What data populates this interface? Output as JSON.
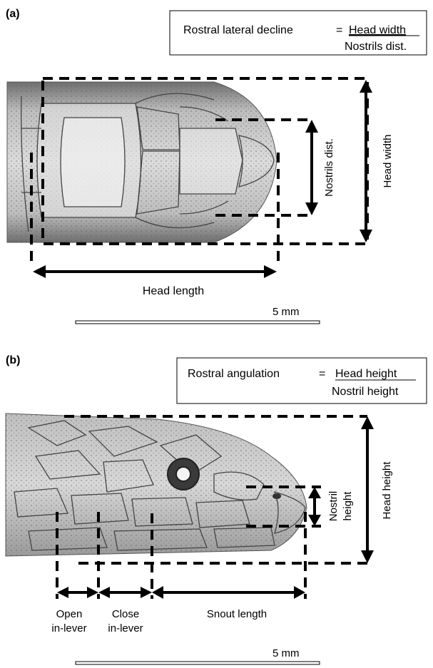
{
  "panel_a": {
    "label": "(a)",
    "formula": {
      "name": "Rostral lateral decline",
      "equals": "=",
      "numerator": "Head width",
      "denominator": "Nostrils dist."
    },
    "measure_labels": {
      "head_width": "Head width",
      "nostrils_dist": "Nostrils dist.",
      "head_length": "Head length"
    },
    "scale_bar": "5 mm"
  },
  "panel_b": {
    "label": "(b)",
    "formula": {
      "name": "Rostral angulation",
      "equals": "=",
      "numerator": "Head height",
      "denominator": "Nostril height"
    },
    "measure_labels": {
      "head_height": "Head height",
      "nostril_height_line1": "Nostril",
      "nostril_height_line2": "height",
      "open_line1": "Open",
      "open_line2": "in-lever",
      "close_line1": "Close",
      "close_line2": "in-lever",
      "snout_length": "Snout length"
    },
    "scale_bar": "5 mm"
  }
}
